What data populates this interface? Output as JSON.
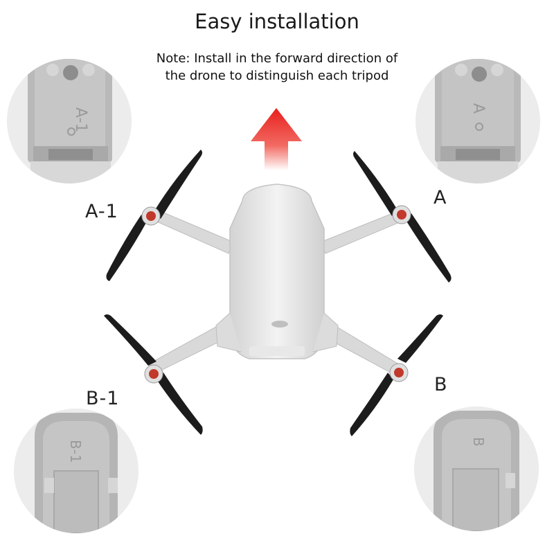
{
  "header": {
    "title": "Easy installation",
    "note_line1": "Note: Install in the forward direction of",
    "note_line2": "the drone to distinguish each tripod"
  },
  "labels": {
    "front_left": "A-1",
    "front_right": "A",
    "rear_left": "B-1",
    "rear_right": "B"
  },
  "closeups": {
    "front_left": "A-1",
    "front_right": "A",
    "rear_left": "B-1",
    "rear_right": "B"
  },
  "icons": {
    "forward_arrow": "arrow-up-icon",
    "drone": "drone-icon"
  },
  "colors": {
    "arrow": "#e8201e",
    "drone_body": "#e4e4e4",
    "propeller": "#1c1c1c",
    "motor_accent": "#c0392b"
  }
}
